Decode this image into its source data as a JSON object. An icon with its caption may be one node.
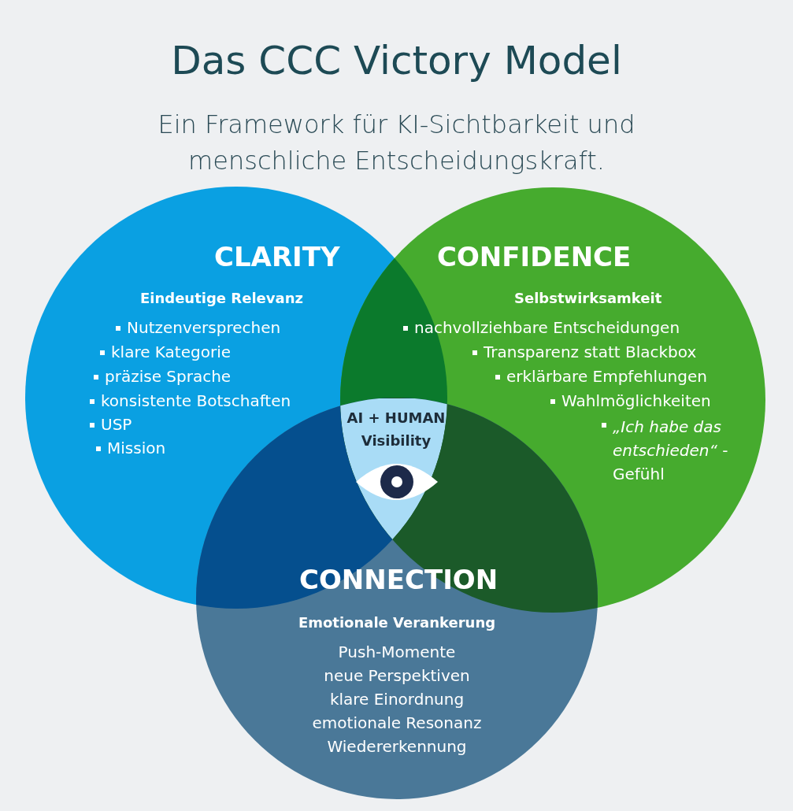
{
  "diagram": {
    "title": "Das CCC Victory Model",
    "nodes": [
      {
        "text": [
          "CLARITY",
          "Eindeutige Relevanz",
          "Nutzenversprechen",
          "klare Kategorie",
          "präzise Sprache",
          "konsistente Botschaften",
          "USP",
          "Mission"
        ]
      },
      {
        "text": [
          "CONFIDENCE",
          "Selbstwirksamkeit",
          "nachvollziehbare Entscheidungen",
          "Transparenz statt Blackbox",
          "erklärbare Empfehlungen",
          "Wahlmöglichkeiten",
          "*„Ich habe das entschieden“* -Gefühl"
        ]
      },
      {
        "text": [
          "CONNECTION",
          "Emotionale Verankerung",
          "Push-Momente",
          "neue Perspektiven",
          "klare Einordnung",
          "emotionale Resonanz",
          "Wiedererkennung"
        ]
      },
      {
        "text": [
          "AI + HUMAN Visibility"
        ]
      }
    ],
    "labels": [
      "Ein Framework für KI-Sichtbarkeit und menschliche Entscheidungskraft."
    ]
  }
}
